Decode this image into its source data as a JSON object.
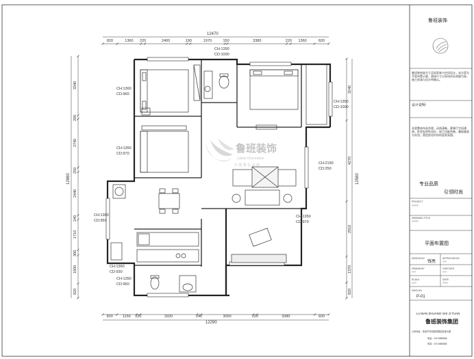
{
  "brand": {
    "header_name": "鲁班装饰",
    "logo_text_cn": "鲁班装饰",
    "logo_text_en": "Luban Decoration",
    "logo_tagline": "中 国 著 名 品 牌",
    "footer_pinyin": "LU BAN ZHUANG SHI JI TUAN",
    "footer_name": "鲁班装饰集团",
    "colors": {
      "line": "#222222",
      "logo_gray": "#bfbfbf",
      "logo_green": "#c8d8c8"
    }
  },
  "panel": {
    "intro_text": "鲁班装饰致力于品质家装与空间设计，本方案为平面布置示意，具体尺寸以现场实际测量为准，施工前请与设计师确认。",
    "design_label": "设计说明:",
    "design_text": "本案整体布局合理，动线清晰，客餐厅空间通透，卧室私密性良好，厨卫功能完善，兼顾美观与实用，营造舒适时尚的居家氛围。",
    "slogan_1": "专业品质",
    "slogan_2": "引领时尚",
    "project_label": "PROJECT",
    "project_value": "?????",
    "drawing_title_label": "DRAWING TITLE",
    "drawing_title_value": "?????",
    "drawing_title_cn": "平面布置图",
    "design_by_label": "DESIGN BY",
    "design_by_value": "钱亮",
    "approved_by_label": "APPROVED BY",
    "approved_by_value": "???",
    "drawn_by_label": "DRAWN BY",
    "drawn_by_value": "???",
    "checked_label": "CHECKED",
    "checked_value": "???",
    "scale_label": "SCALE",
    "scale_value": "1:??",
    "date_label": "DATE",
    "date_value": "????",
    "dwg_no_label": "DWG NO.",
    "dwg_no_value": "P-01",
    "address_line": "公司地址：西安市鲁班装饰集团总部大楼",
    "phone_line": "电话：029-8888888",
    "fax_line": "传真：029-8888888"
  },
  "dimensions": {
    "top_total": "12470",
    "top": [
      "820",
      "1360",
      "220",
      "2400",
      "190",
      "1970",
      "150",
      "3380",
      "220",
      "1360",
      "820"
    ],
    "bottom_total": "12290",
    "bottom": [
      "820",
      "1150",
      "220",
      "3320",
      "240",
      "3050",
      "220",
      "3380",
      "820"
    ],
    "left_total": "12860",
    "left": [
      "3340",
      "200",
      "2740",
      "250",
      "2440",
      "240",
      "1710",
      "300",
      "1600",
      "820"
    ],
    "right_total": "12560",
    "right": [
      "3240",
      "4270",
      "2910",
      "1370",
      "820"
    ]
  },
  "ceiling": [
    {
      "id": "bed1",
      "ch": "CH:1360",
      "cd": "CD:960"
    },
    {
      "id": "bath1",
      "ch": "CH:1350",
      "cd": "CD:1000"
    },
    {
      "id": "master",
      "ch": "CH:1350",
      "cd": "CD:1000"
    },
    {
      "id": "bed2",
      "ch": "CH:1350",
      "cd": "CD:970"
    },
    {
      "id": "living",
      "ch": "CH:2150",
      "cd": "CD:250"
    },
    {
      "id": "balcony",
      "ch": "CH:1380",
      "cd": "CD:950"
    },
    {
      "id": "study",
      "ch": "CH:1350",
      "cd": "CD:970"
    },
    {
      "id": "kitchen",
      "ch": "CH:1360",
      "cd": "CD:930"
    },
    {
      "id": "bath2",
      "ch": "CH:1350",
      "cd": "CD:960"
    }
  ]
}
